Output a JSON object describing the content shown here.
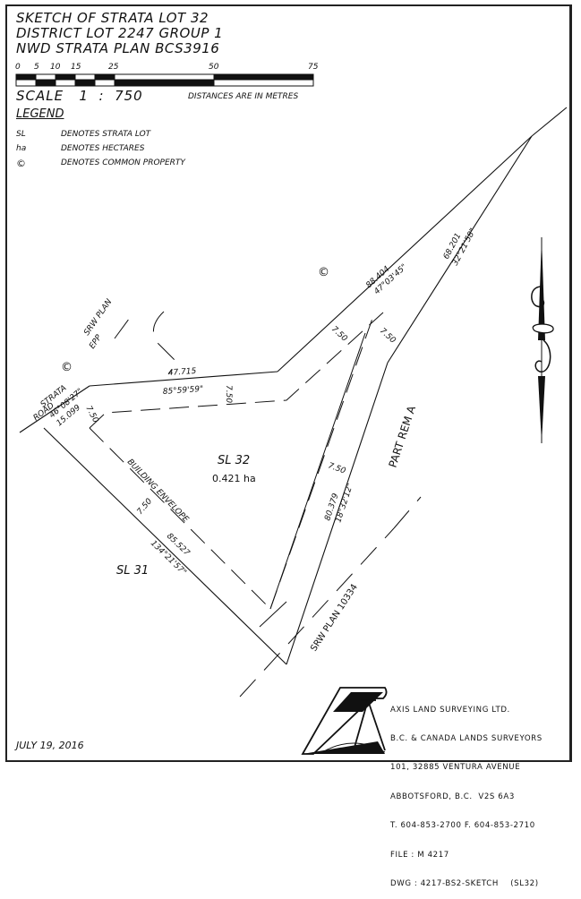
{
  "title": {
    "line1": "SKETCH OF STRATA LOT 32",
    "line2": "DISTRICT LOT 2247 GROUP 1",
    "line3": "NWD STRATA PLAN BCS3916"
  },
  "scale_bar": {
    "ticks": [
      "0",
      "5",
      "10",
      "15",
      "25",
      "50",
      "75"
    ],
    "scale_label": "SCALE   1  :  750",
    "units_note": "DISTANCES ARE IN METRES"
  },
  "legend": {
    "title": "LEGEND",
    "items": [
      {
        "key": "SL",
        "value": "DENOTES STRATA LOT"
      },
      {
        "key": "ha",
        "value": "DENOTES HECTARES"
      },
      {
        "key": "©",
        "value": "DENOTES COMMON PROPERTY"
      }
    ]
  },
  "plan_labels": {
    "strata_road": "STRATA",
    "strata_road_2": "ROAD",
    "common_symbol": "©",
    "srw_plan_epp_1": "SRW PLAN",
    "srw_plan_epp_2": "EPP",
    "lot_name": "SL 32",
    "lot_area": "0.421 ha",
    "neighbor_lot": "SL 31",
    "part_rem": "PART REM A",
    "srw_plan_10334": "SRW PLAN 10334",
    "building_envelope": "BUILDING ENVELOPE"
  },
  "dimensions": {
    "north_dist": "47.715",
    "north_bearing": "85°59'59\"",
    "ne_dist": "88.404",
    "ne_bearing": "47°03'45\"",
    "east_dist": "68.201",
    "east_bearing": "32°21'58\"",
    "se_dist": "80.379",
    "se_bearing": "18°32'12\"",
    "sw_dist": "85.527",
    "sw_bearing": "134°21'57\"",
    "w_dist": "15.099",
    "w_bearing": "46°08'27\"",
    "setback": "7.50"
  },
  "footer": {
    "date": "JULY 19, 2016",
    "company_lines": [
      "AXIS LAND SURVEYING LTD.",
      "B.C. & CANADA LANDS SURVEYORS",
      "101, 32885 VENTURA AVENUE",
      "ABBOTSFORD, B.C.  V2S 6A3",
      "T. 604-853-2700 F. 604-853-2710",
      "FILE : M 4217",
      "DWG : 4217-BS2-SKETCH    (SL32)"
    ]
  }
}
